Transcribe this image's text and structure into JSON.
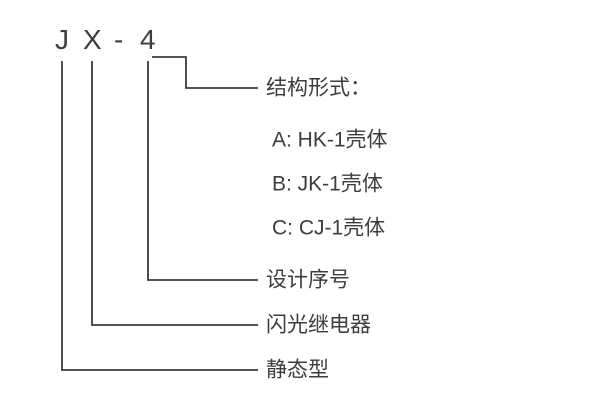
{
  "diagram": {
    "model_chars": [
      "J",
      "X",
      "-",
      "4"
    ],
    "structure_label": "结构形式：",
    "structure_options": [
      "A: HK-1壳体",
      "B: JK-1壳体",
      "C: CJ-1壳体"
    ],
    "design_serial_label": "设计序号",
    "flash_relay_label": "闪光继电器",
    "static_type_label": "静态型"
  }
}
